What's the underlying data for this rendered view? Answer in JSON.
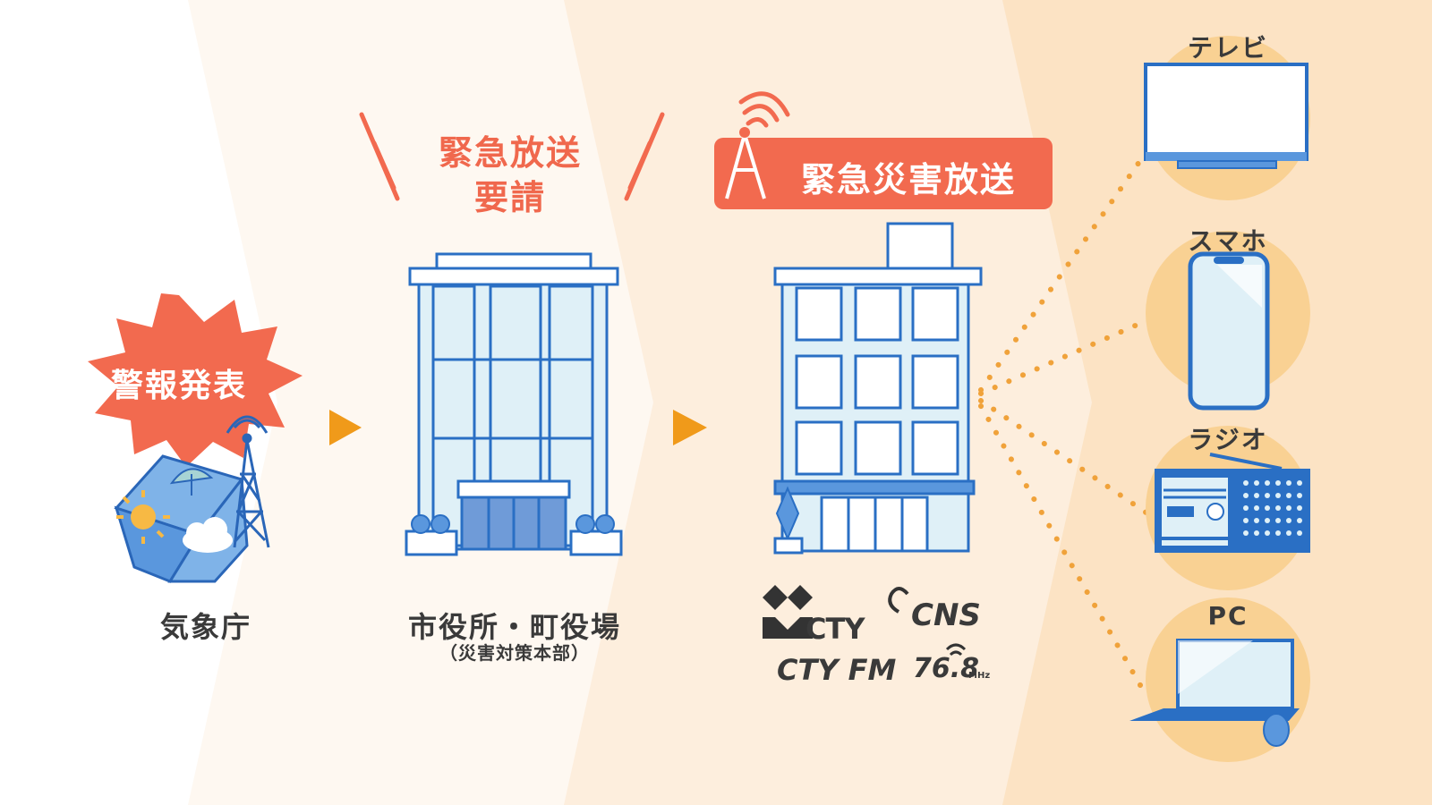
{
  "steps": {
    "alert": {
      "burst_label": "警報発表",
      "caption": "気象庁"
    },
    "request": {
      "headline_line1": "緊急放送",
      "headline_line2": "要請",
      "caption": "市役所・町役場",
      "subcaption": "（災害対策本部）"
    },
    "broadcast": {
      "banner_label": "緊急災害放送",
      "logos": {
        "cty": "CTY",
        "cns": "CNS",
        "fm": "CTY FM",
        "freq": "76.8",
        "unit": "MHz"
      }
    }
  },
  "devices": [
    {
      "label": "テレビ",
      "icon": "tv-icon"
    },
    {
      "label": "スマホ",
      "icon": "smartphone-icon"
    },
    {
      "label": "ラジオ",
      "icon": "radio-icon"
    },
    {
      "label": "PC",
      "icon": "laptop-icon"
    }
  ],
  "colors": {
    "accent_red": "#f26a4f",
    "arrow_orange": "#f09a1a",
    "building_blue": "#2f7fd0",
    "band_light": "#fef6ec",
    "band_mid": "#fdebd5",
    "band_dark": "#fce0bd",
    "device_circle": "#f9d193"
  }
}
